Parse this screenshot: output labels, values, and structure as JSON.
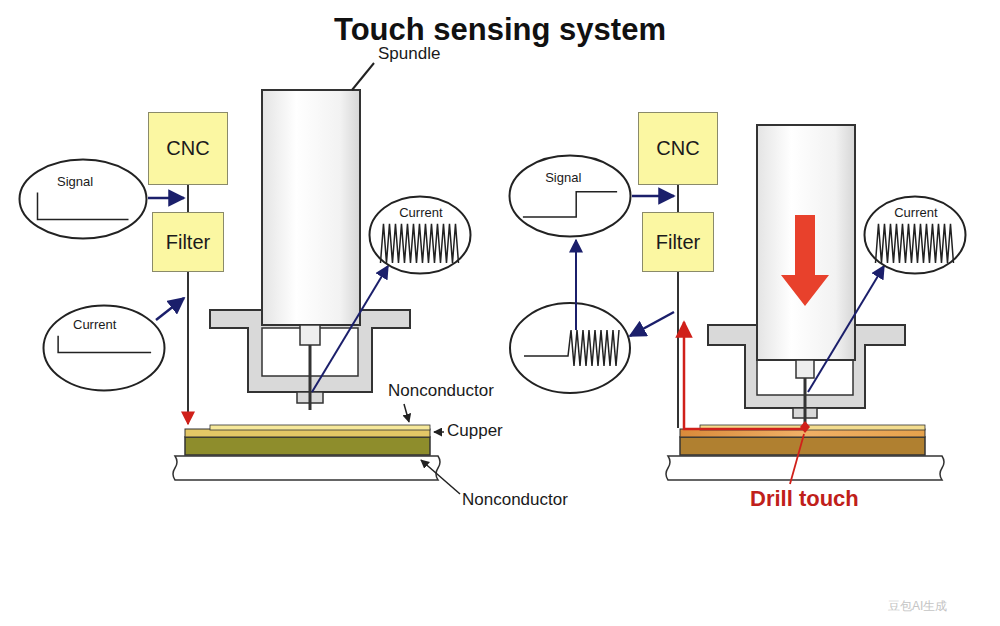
{
  "diagram": {
    "title": "Touch sensing system",
    "nodes": [
      {
        "text": [
          "CNC"
        ]
      },
      {
        "text": [
          "Signal"
        ]
      },
      {
        "text": [
          "Filter"
        ]
      },
      {
        "text": [
          "Current"
        ]
      },
      {
        "text": [
          "Current"
        ]
      },
      {
        "text": [
          "CNC"
        ]
      },
      {
        "text": [
          "Signal"
        ]
      },
      {
        "text": [
          "Filter"
        ]
      },
      {
        "text": [
          "Current"
        ]
      }
    ],
    "edges": [
      {
        "from": 2,
        "to": 0,
        "arrow": "none"
      },
      {
        "from": 7,
        "to": 5,
        "arrow": "none"
      }
    ],
    "labels": [
      "Spundle",
      "Nonconductor",
      "Cupper",
      "Nonconductor",
      "Drill touch",
      "豆包AI生成"
    ]
  }
}
